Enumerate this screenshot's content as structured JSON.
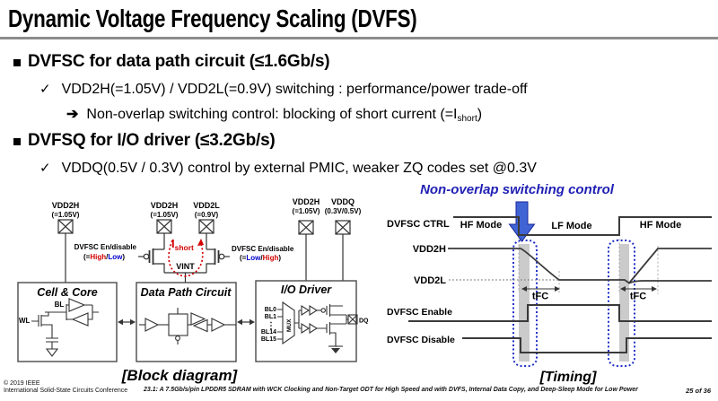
{
  "title": "Dynamic Voltage Frequency Scaling (DVFS)",
  "icons": {
    "check": "✓",
    "arrow": "➔"
  },
  "bullets": {
    "b1": "DVFSC for data path circuit (≤1.6Gb/s)",
    "b1_sub": "VDD2H(=1.05V) / VDD2L(=0.9V) switching : performance/power trade-off",
    "b1_note_pre": "Non-overlap switching control: blocking of short current (=I",
    "b1_note_sub": "short",
    "b1_note_post": ")",
    "b2": "DVFSQ for I/O driver (≤3.2Gb/s)",
    "b2_sub": "VDDQ(0.5V / 0.3V) control by external PMIC, weaker ZQ codes set @0.3V"
  },
  "block_diagram": {
    "pad1_name": "VDD2H",
    "pad1_val": "(=1.05V)",
    "pad2_name": "VDD2H",
    "pad2_val": "(=1.05V)",
    "pad3_name": "VDD2L",
    "pad3_val": "(=0.9V)",
    "pad4_name": "VDD2H",
    "pad4_val": "(=1.05V)",
    "pad5_name": "VDDQ",
    "pad5_val": "(0.3V/0.5V)",
    "endis": "DVFSC En/disable",
    "eq": "(=",
    "slash": "/",
    "close": ")",
    "high": "High",
    "low": "Low",
    "ishort_i": "I",
    "ishort_sub": "short",
    "vint": "VINT",
    "box_cell": "Cell & Core",
    "box_dp": "Data Path Circuit",
    "box_io": "I/O Driver",
    "wl": "WL",
    "bl": "BL",
    "bl0": "BL0",
    "bl1": "BL1",
    "bl14": "BL14",
    "bl15": "BL15",
    "mux": "MUX",
    "dq": "DQ",
    "caption": "[Block diagram]"
  },
  "timing": {
    "heading": "Non-overlap switching control",
    "ctrl_label": "DVFSC CTRL",
    "hf1": "HF Mode",
    "lf": "LF Mode",
    "hf2": "HF Mode",
    "vdd2h": "VDD2H",
    "vdd2l": "VDD2L",
    "tfc1": "tFC",
    "tfc2": "tFC",
    "enable": "DVFSC Enable",
    "disable": "DVFSC Disable",
    "caption": "[Timing]"
  },
  "footer": {
    "copyright": "© 2019 IEEE",
    "conference": "International Solid-State Circuits Conference",
    "paper": "23.1: A 7.5Gb/s/pin LPDDR5 SDRAM with WCK Clocking and Non-Target ODT for High Speed and with DVFS, Internal Data Copy, and Deep-Sleep Mode for Low Power",
    "page": "25 of 36"
  },
  "colors": {
    "heading_blue": "#1f1fb4",
    "arrow_blue": "#4064d4",
    "short_red": "#d40000",
    "high_red": "#d40000",
    "low_blue": "#0000cc",
    "rule_gray": "#8c8c8c"
  }
}
